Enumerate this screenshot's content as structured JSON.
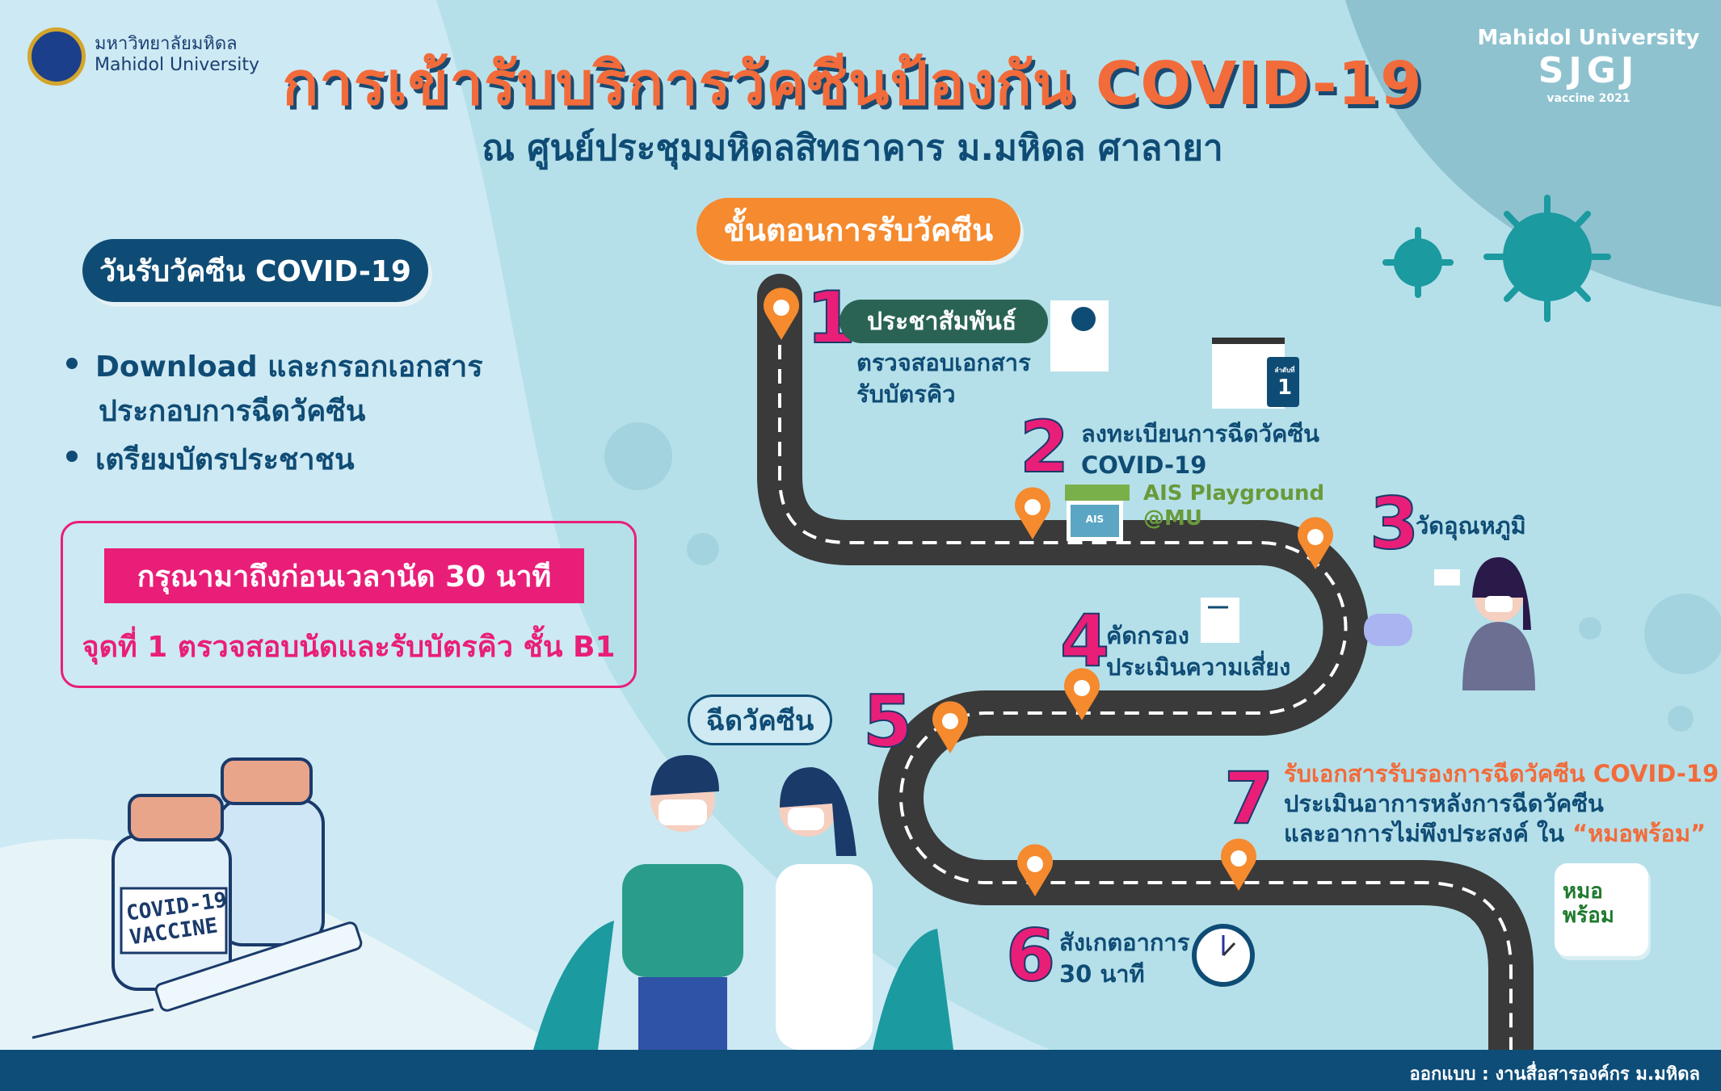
{
  "header": {
    "logo_text_th": "มหาวิทยาลัยมหิดล",
    "logo_text_en": "Mahidol University",
    "title": "การเข้ารับบริการวัคซีนป้องกัน COVID-19",
    "subtitle": "ณ ศูนย์ประชุมมหิดลสิทธาคาร ม.มหิดล ศาลายา",
    "brand_line1": "Mahidol University",
    "brand_logo": "SJGJ",
    "brand_line3": "vaccine 2021"
  },
  "left": {
    "day_label": "วันรับวัคซีน COVID-19",
    "bullets": [
      "Download และกรอกเอกสาร",
      "ประกอบการฉีดวัคซีน",
      "เตรียมบัตรประชาชน"
    ],
    "notice_banner": "กรุณามาถึงก่อนเวลานัด 30 นาที",
    "notice_line": "จุดที่ 1 ตรวจสอบนัดและรับบัตรคิว ชั้น B1"
  },
  "steps_header": "ขั้นตอนการรับวัคซีน",
  "steps": {
    "s1": {
      "num": "1",
      "title": "ประชาสัมพันธ์",
      "line1": "ตรวจสอบเอกสาร",
      "line2": "รับบัตรคิว"
    },
    "s2": {
      "num": "2",
      "line1": "ลงทะเบียนการฉีดวัคซีน",
      "line2": "COVID-19",
      "place1": "AIS Playground",
      "place2": "@MU",
      "queue_label": "ลำดับที่",
      "queue_num": "1",
      "store_label": "AIS"
    },
    "s3": {
      "num": "3",
      "line1": "วัดอุณหภูมิ"
    },
    "s4": {
      "num": "4",
      "line1": "คัดกรอง",
      "line2": "ประเมินความเสี่ยง"
    },
    "s5": {
      "num": "5",
      "label": "ฉีดวัคซีน"
    },
    "s6": {
      "num": "6",
      "line1": "สังเกตอาการ",
      "line2": "30 นาที"
    },
    "s7": {
      "num": "7",
      "line1": "รับเอกสารรับรองการฉีดวัคซีน COVID-19",
      "line2": "ประเมินอาการหลังการฉีดวัคซีน",
      "line3a": "และอาการไม่พึงประสงค์ ใน ",
      "line3b": "“หมอพร้อม”"
    }
  },
  "mor_prom": {
    "line1": "หมอ",
    "line2": "พร้อม"
  },
  "vaccine_label": {
    "line1": "COVID-19",
    "line2": "VACCINE"
  },
  "footer": "ออกแบบ : งานสื่อสารองค์กร ม.มหิดล",
  "colors": {
    "title": "#f26b3a",
    "navy": "#0f4c75",
    "pink": "#e91e78",
    "orange": "#f58a2e",
    "road": "#3a3a3a"
  }
}
